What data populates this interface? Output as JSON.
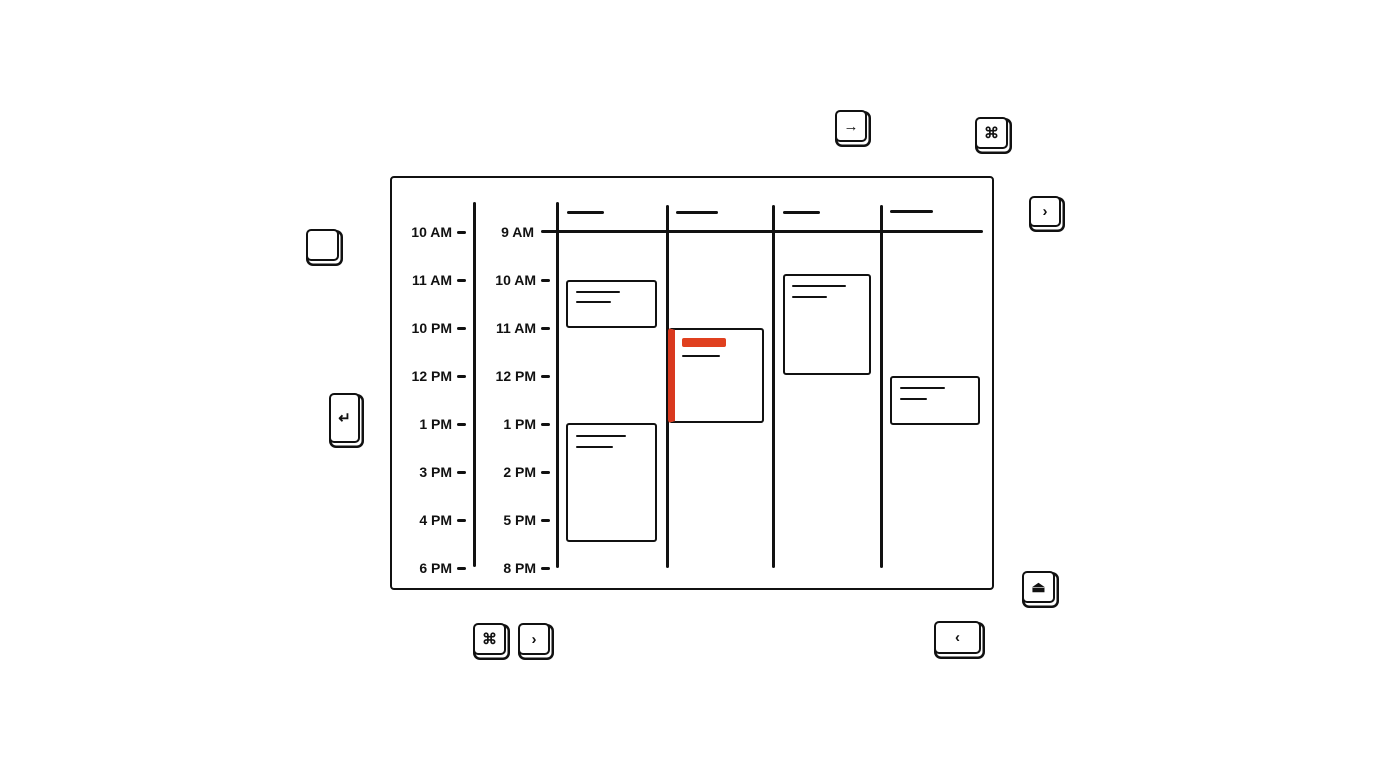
{
  "calendar": {
    "timezone_a_labels": [
      "10 AM",
      "11 AM",
      "10 PM",
      "12 PM",
      "1 PM",
      "3 PM",
      "4 PM",
      "6 PM"
    ],
    "timezone_b_labels": [
      "9 AM",
      "10 AM",
      "11 AM",
      "12 PM",
      "1 PM",
      "2 PM",
      "5 PM",
      "8 PM"
    ],
    "accent_color": "#e0401f"
  },
  "keys": {
    "tab_icon": "→",
    "command_icon": "⌘",
    "right_icon": "›",
    "blank_icon": "",
    "return_icon": "↵",
    "eject_icon": "⏏",
    "left_icon": "‹"
  }
}
